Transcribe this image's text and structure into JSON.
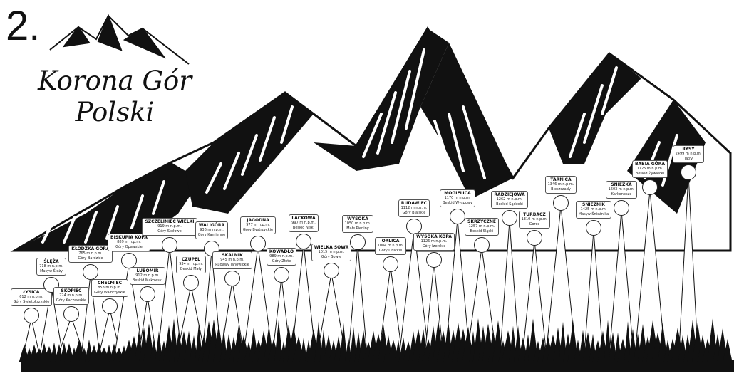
{
  "poster": {
    "number": "2.",
    "title_line1": "Korona Gór",
    "title_line2": "Polski"
  },
  "peaks": [
    {
      "name": "ŁYSICA",
      "height": "612 m n.p.m.",
      "region": "Góry Świętokrzyskie"
    },
    {
      "name": "ŚLĘŻA",
      "height": "718 m n.p.m.",
      "region": "Masyw Ślęży"
    },
    {
      "name": "SKOPIEC",
      "height": "724 m n.p.m.",
      "region": "Góry Kaczawskie"
    },
    {
      "name": "KŁODZKA GÓRA",
      "height": "765 m n.p.m.",
      "region": "Góry Bardzkie"
    },
    {
      "name": "CHEŁMIEC",
      "height": "853 m n.p.m.",
      "region": "Góry Wałbrzyskie"
    },
    {
      "name": "BISKUPIA KOPA",
      "height": "889 m n.p.m.",
      "region": "Góry Opawskie"
    },
    {
      "name": "LUBOMIR",
      "height": "912 m n.p.m.",
      "region": "Beskid Makowski"
    },
    {
      "name": "SZCZELINIEC WIELKI",
      "height": "919 m n.p.m.",
      "region": "Góry Stołowe"
    },
    {
      "name": "CZUPEL",
      "height": "934 m n.p.m.",
      "region": "Beskid Mały"
    },
    {
      "name": "WALIGÓRA",
      "height": "936 m n.p.m.",
      "region": "Góry Kamienne"
    },
    {
      "name": "SKALNIK",
      "height": "945 m n.p.m.",
      "region": "Rudawy Janowickie"
    },
    {
      "name": "JAGODNA",
      "height": "977 m n.p.m.",
      "region": "Góry Bystrzyckie"
    },
    {
      "name": "KOWADŁO",
      "height": "989 m n.p.m.",
      "region": "Góry Złote"
    },
    {
      "name": "LACKOWA",
      "height": "997 m n.p.m.",
      "region": "Beskid Niski"
    },
    {
      "name": "WIELKA SOWA",
      "height": "1015 m n.p.m.",
      "region": "Góry Sowie"
    },
    {
      "name": "WYSOKA",
      "height": "1050 m n.p.m.",
      "region": "Małe Pieniny"
    },
    {
      "name": "ORLICA",
      "height": "1084 m n.p.m.",
      "region": "Góry Orlickie"
    },
    {
      "name": "RUDAWIEC",
      "height": "1112 m n.p.m.",
      "region": "Góry Bialskie"
    },
    {
      "name": "WYSOKA KOPA",
      "height": "1126 m n.p.m.",
      "region": "Góry Izerskie"
    },
    {
      "name": "MOGIELICA",
      "height": "1170 m n.p.m.",
      "region": "Beskid Wyspowy"
    },
    {
      "name": "SKRZYCZNE",
      "height": "1257 m n.p.m.",
      "region": "Beskid Śląski"
    },
    {
      "name": "RADZIEJOWA",
      "height": "1262 m n.p.m.",
      "region": "Beskid Sądecki"
    },
    {
      "name": "TURBACZ",
      "height": "1310 m n.p.m.",
      "region": "Gorce"
    },
    {
      "name": "TARNICA",
      "height": "1346 m n.p.m.",
      "region": "Bieszczady"
    },
    {
      "name": "ŚNIEŻNIK",
      "height": "1425 m n.p.m.",
      "region": "Masyw Śnieżnika"
    },
    {
      "name": "ŚNIEŻKA",
      "height": "1603 m n.p.m.",
      "region": "Karkonosze"
    },
    {
      "name": "BABIA GÓRA",
      "height": "1725 m n.p.m.",
      "region": "Beskid Żywiecki"
    },
    {
      "name": "RYSY",
      "height": "2499 m n.p.m.",
      "region": "Tatry"
    }
  ]
}
